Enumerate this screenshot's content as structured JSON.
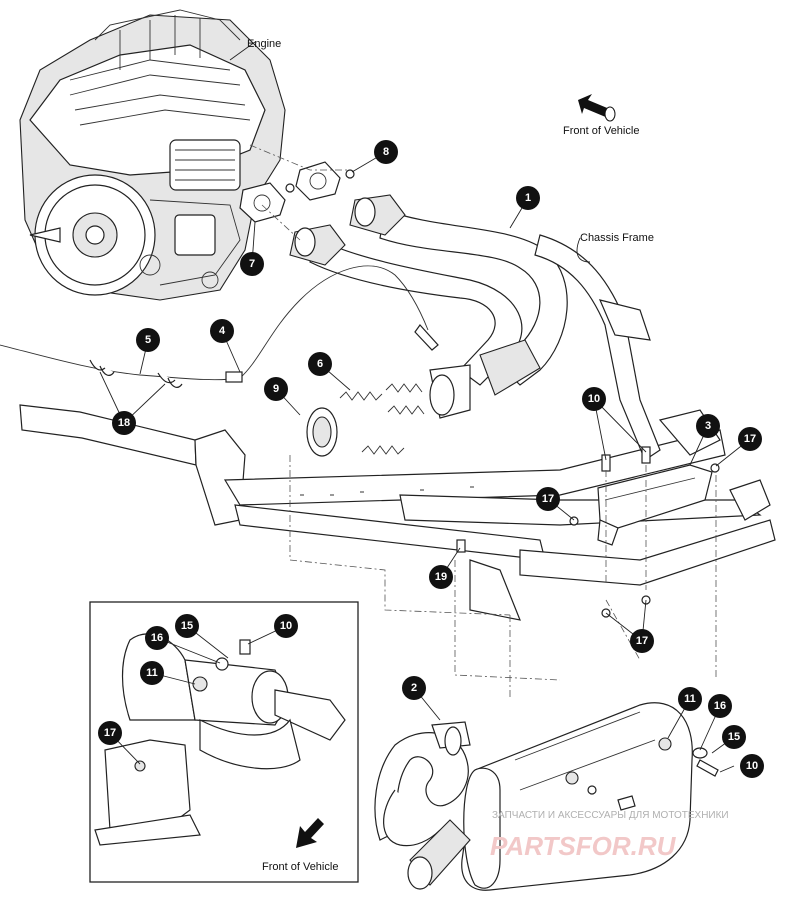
{
  "labels": {
    "engine": "Engine",
    "front_top": "Front of Vehicle",
    "chassis": "Chassis Frame",
    "front_inset": "Front of Vehicle"
  },
  "callouts": {
    "c1": "1",
    "c2": "2",
    "c3": "3",
    "c4": "4",
    "c5": "5",
    "c6": "6",
    "c7": "7",
    "c8": "8",
    "c9": "9",
    "c10a": "10",
    "c10b": "10",
    "c10c": "10",
    "c11a": "11",
    "c11b": "11",
    "c15a": "15",
    "c15b": "15",
    "c16a": "16",
    "c16b": "16",
    "c17a": "17",
    "c17b": "17",
    "c17c": "17",
    "c17d": "17",
    "c18": "18",
    "c19": "19"
  },
  "watermark": {
    "line1": "ЗАПЧАСТИ И АКСЕССУАРЫ ДЛЯ МОТОТЕХНИКИ",
    "line2": "PARTSFOR.RU"
  },
  "colors": {
    "callout_fill": "#111111",
    "callout_text": "#ffffff",
    "line": "#222222",
    "watermark": "#f2c8c8"
  }
}
